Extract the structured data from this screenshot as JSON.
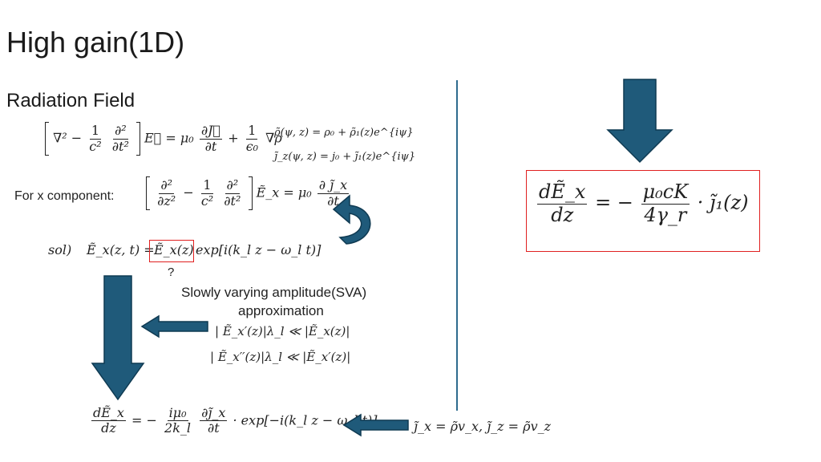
{
  "slide": {
    "title": "High gain(1D)",
    "subtitle": "Radiation Field"
  },
  "equations": {
    "wave_eq": {
      "lhs_op_a": "∇² − ",
      "one": "1",
      "c2": "c²",
      "d2": "∂²",
      "dt2": "∂t²",
      "e_vec": "E⃗ = μ₀",
      "dj": "∂J⃗",
      "dt": "∂t",
      "plus": "+",
      "one_b": "1",
      "eps": "ϵ₀",
      "grad_rho": "∇ρ"
    },
    "rho_def": "ρ̃(ψ, z) = ρ₀ + ρ̃₁(z)e^{iψ}",
    "jz_def": "j̃_z(ψ, z) = j₀ + j̃₁(z)e^{iψ}",
    "x_component": {
      "label": "For x component:",
      "d2": "∂²",
      "dz2": "∂z²",
      "minus": "−",
      "one": "1",
      "c2": "c²",
      "d2b": "∂²",
      "dt2": "∂t²",
      "rhs": "Ẽ_x = μ₀",
      "djx": "∂ j̃_x",
      "dt": "∂t"
    },
    "solution": {
      "sol": "sol)",
      "lhs": "Ẽ_x(z, t) = ",
      "amp": "Ẽ_x(z)",
      "exp": "exp[i(k_l z − ω_l t)]",
      "question": "?"
    },
    "sva": {
      "line1": "Slowly varying amplitude(SVA)",
      "line2": "approximation",
      "cond1": "| Ẽ_x′(z)|λ_l ≪ |Ẽ_x(z)|",
      "cond2": "| Ẽ_x′′(z)|λ_l ≪ |Ẽ_x′(z)|"
    },
    "bottom_eq": {
      "dEx": "dẼ_x",
      "dz": "dz",
      "eq_minus": "= −",
      "imu0": "iμ₀",
      "two_kl": "2k_l",
      "djx": "∂j̃_x",
      "dt": "∂t",
      "exp": "· exp[−i(k_l z − ω_l t)]"
    },
    "currents": "j̃_x = ρ̃v_x, j̃_z = ρ̃v_z",
    "result": {
      "dEx": "dẼ_x",
      "dz": "dz",
      "eq_minus": "= −",
      "num": "μ₀cK",
      "den": "4γ_r",
      "rhs": "· j̃₁(z)"
    }
  },
  "colors": {
    "arrow": "#1f5a7a",
    "arrow_outline": "#0f3a52",
    "highlight_box": "#e02020",
    "divider": "#2e6b8e"
  }
}
